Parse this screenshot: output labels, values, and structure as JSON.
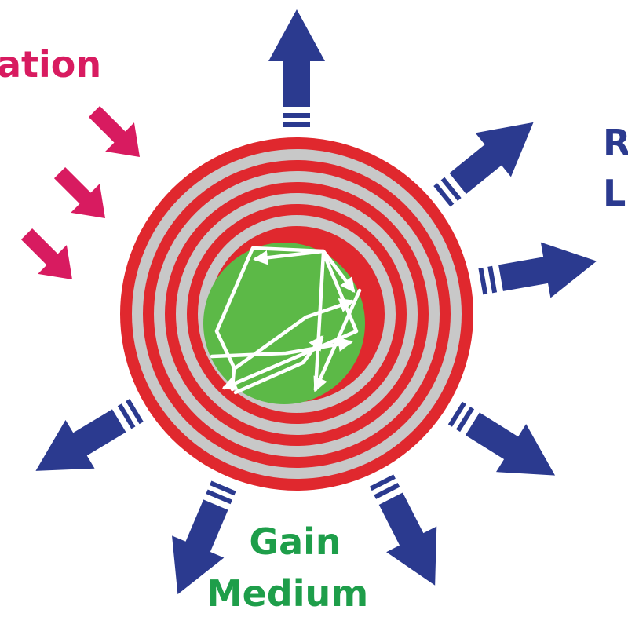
{
  "labels": {
    "pump_partial": "ation",
    "gain_line1": "Gain",
    "gain_line2": "Medium",
    "output_line1_partial": "R",
    "output_line2_partial": "L"
  },
  "colors": {
    "pump": "#d81b60",
    "output": "#2b3a8f",
    "ring_red": "#e0282e",
    "ring_gray": "#c8c8c8",
    "gain_medium": "#5cb947",
    "ray": "#ffffff",
    "gain_text": "#1e9e4a"
  }
}
